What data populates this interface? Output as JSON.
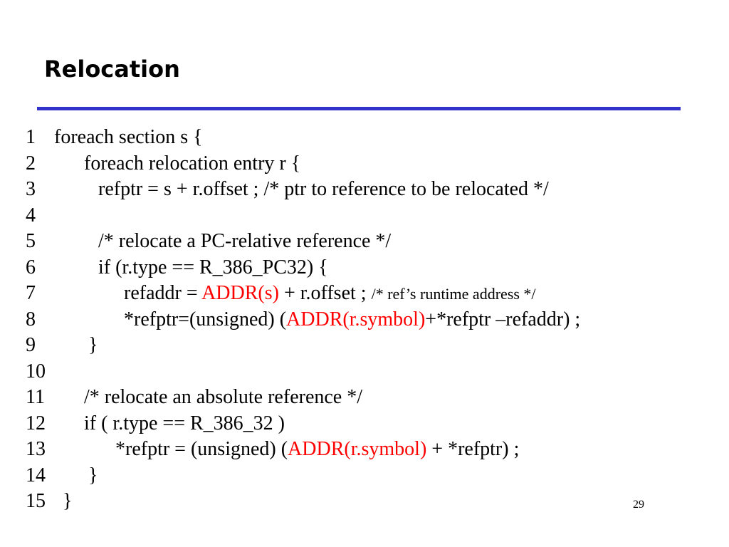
{
  "slide": {
    "title": "Relocation",
    "page_number": "29",
    "accent_color": "#3333cc",
    "highlight_color": "#ff0000"
  },
  "code_lines": [
    {
      "num": "1",
      "indent": 0,
      "segments": [
        {
          "text": "foreach section s {"
        }
      ]
    },
    {
      "num": "2",
      "indent": 1,
      "segments": [
        {
          "text": "foreach relocation entry r {"
        }
      ]
    },
    {
      "num": "3",
      "indent": 2,
      "segments": [
        {
          "text": "refptr = s + r.offset ; /* ptr to reference to be relocated */"
        }
      ]
    },
    {
      "num": "4",
      "indent": 0,
      "segments": []
    },
    {
      "num": "5",
      "indent": 2,
      "segments": [
        {
          "text": "/* relocate a PC-relative reference */"
        }
      ]
    },
    {
      "num": "6",
      "indent": 2,
      "segments": [
        {
          "text": "if (r.type == R_386_PC32) {"
        }
      ]
    },
    {
      "num": "7",
      "indent": 3,
      "segments": [
        {
          "text": "refaddr = "
        },
        {
          "text": "ADDR(s)",
          "style": "red"
        },
        {
          "text": " + r.offset ; "
        },
        {
          "text": "/* ref’s runtime address */",
          "style": "small"
        }
      ]
    },
    {
      "num": "8",
      "indent": 3,
      "segments": [
        {
          "text": "*refptr=(unsigned) ("
        },
        {
          "text": "ADDR(r.symbol)",
          "style": "red"
        },
        {
          "text": "+*refptr –refaddr) ;"
        }
      ]
    },
    {
      "num": "9",
      "indent": 4,
      "segments": [
        {
          "text": "}"
        }
      ]
    },
    {
      "num": "10",
      "indent": 0,
      "segments": []
    },
    {
      "num": "11",
      "indent": 1,
      "segments": [
        {
          "text": "/* relocate an absolute reference */"
        }
      ]
    },
    {
      "num": "12",
      "indent": 1,
      "segments": [
        {
          "text": "if ( r.type == R_386_32 )"
        }
      ]
    },
    {
      "num": "13",
      "indent": 5,
      "segments": [
        {
          "text": "*refptr = (unsigned) ("
        },
        {
          "text": "ADDR(r.symbol)",
          "style": "red"
        },
        {
          "text": " + *refptr) ;"
        }
      ]
    },
    {
      "num": "14",
      "indent": 4,
      "segments": [
        {
          "text": "}"
        }
      ]
    },
    {
      "num": "15",
      "indent": 6,
      "segments": [
        {
          "text": "}"
        }
      ]
    }
  ]
}
